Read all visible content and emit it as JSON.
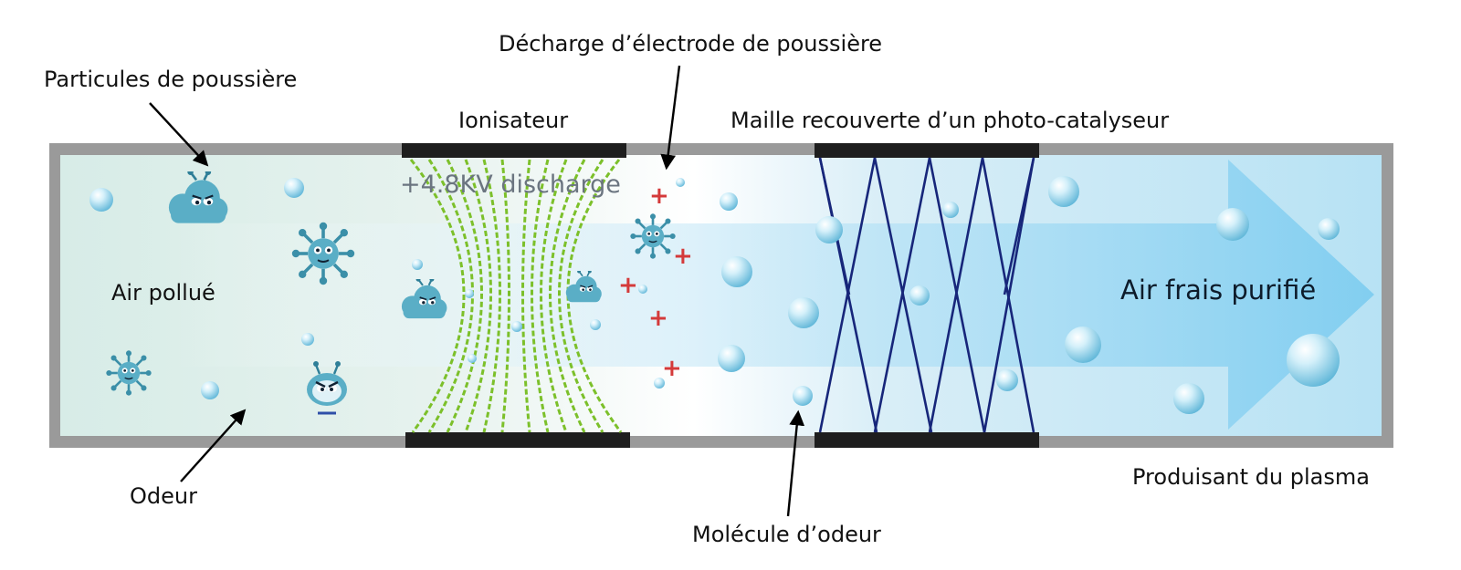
{
  "labels": {
    "dust_particles": "Particules de poussière",
    "electrode_discharge": "Décharge d’électrode de poussière",
    "ionizer": "Ionisateur",
    "photocatalyst_mesh": "Maille recouverte d’un photo-catalyseur",
    "polluted_air": "Air pollué",
    "fresh_air": "Air frais purifié",
    "odor": "Odeur",
    "odor_molecule": "Molécule d’odeur",
    "plasma": "Produisant du plasma",
    "discharge": "+4.8KV discharge"
  },
  "colors": {
    "duct_frame": "#9a9a9a",
    "electrode_bar": "#1e1e1e",
    "field_lines": "#7cc02a",
    "mesh_lines": "#17267a",
    "ion_plus": "#d43a3a",
    "bubble": "#8fd0ea",
    "germ": "#3b8fa8",
    "arrow": "#6fc7ee"
  },
  "icons": [
    "dust-germ-icon",
    "odor-face-icon",
    "ion-plus-icon",
    "bubble-icon",
    "pointer-arrow-icon"
  ]
}
